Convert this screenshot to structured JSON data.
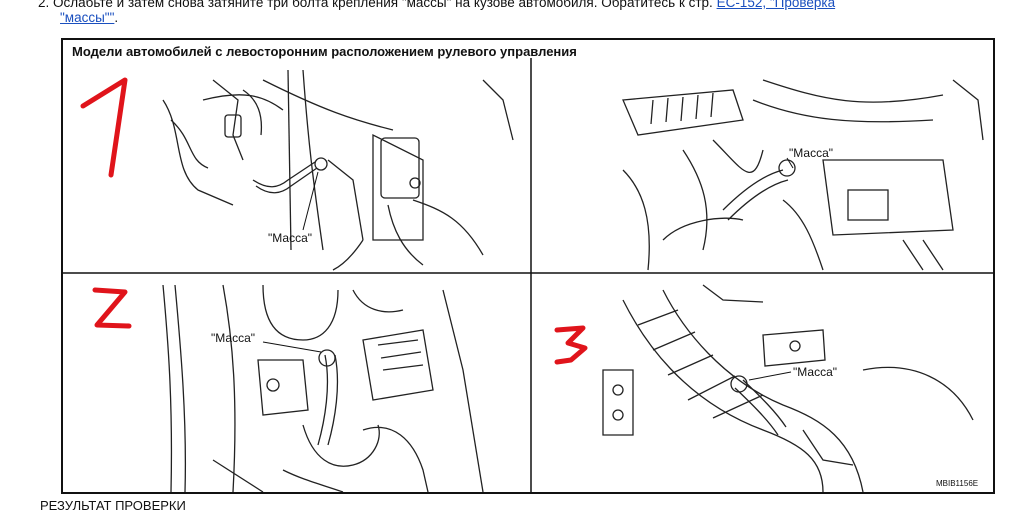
{
  "instruction": {
    "text": "2. Ослабьте и затем снова затяните три болта крепления \"массы\" на кузове автомобиля. Обратитесь к стр. ",
    "link_part1": "EC-152, \"Проверка",
    "link_part2": "\"массы\"\"",
    "trailing": "."
  },
  "figure": {
    "caption": "Модели автомобилей с левосторонним расположением рулевого управления",
    "code": "MBIB1156E",
    "ground_label": "\"Масса\"",
    "panel_numbers": [
      "1",
      "2",
      "3"
    ],
    "annotation_color": "#e0141b"
  },
  "footer": {
    "result_heading": "РЕЗУЛЬТАТ ПРОВЕРКИ"
  }
}
